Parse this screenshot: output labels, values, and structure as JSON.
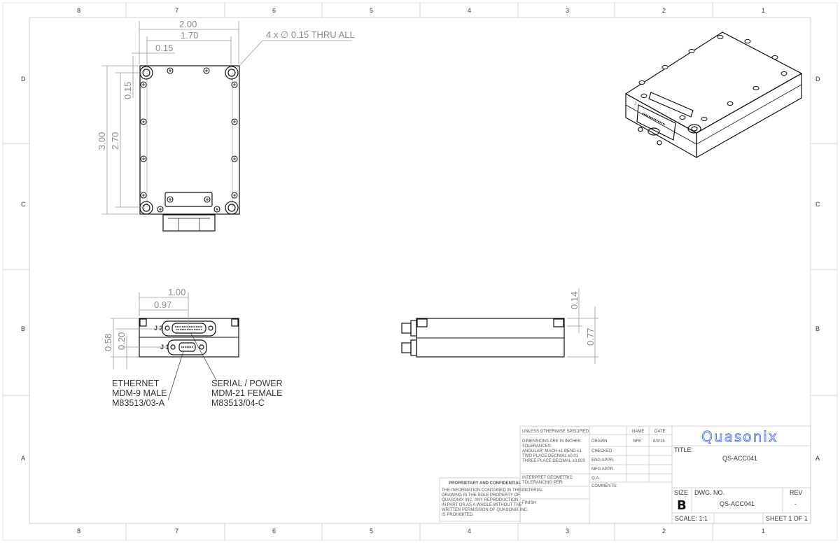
{
  "zones": {
    "columns": [
      "8",
      "7",
      "6",
      "5",
      "4",
      "3",
      "2",
      "1"
    ],
    "rows": [
      "D",
      "C",
      "B",
      "A"
    ]
  },
  "top_view": {
    "dim_width": "2.00",
    "dim_hole_span_x": "1.70",
    "dim_hole_offset_x": "0.15",
    "dim_height": "3.00",
    "dim_hole_span_y": "2.70",
    "dim_hole_offset_y": "0.15",
    "hole_note": "4 x ∅ 0.15 THRU ALL"
  },
  "front_view": {
    "dim_j2_center": "1.00",
    "dim_j1_center": "0.97",
    "dim_j2_height": "0.58",
    "dim_j1_height": "0.20",
    "j2_label": "J 2",
    "j1_label": "J 1",
    "ethernet_note": [
      "ETHERNET",
      "MDM-9 MALE",
      "M83513/03-A"
    ],
    "serial_note": [
      "SERIAL / POWER",
      "MDM-21 FEMALE",
      "M83513/04-C"
    ]
  },
  "side_view": {
    "dim_flange": "0.14",
    "dim_height": "0.77"
  },
  "iso_view": {
    "connector_label": "J"
  },
  "title_block": {
    "unless_specified": "UNLESS OTHERWISE SPECIFIED:",
    "tolerances": [
      "DIMENSIONS ARE IN INCHES",
      "TOLERANCES:",
      "ANGULAR: MACH ±1   BEND ±1",
      "TWO PLACE DECIMAL    ±0.01",
      "THREE PLACE DECIMAL  ±0.003"
    ],
    "interpret": [
      "INTERPRET GEOMETRIC",
      "TOLERANCING PER:"
    ],
    "material": "MATERIAL",
    "finish": "FINISH",
    "col_name": "NAME",
    "col_date": "DATE",
    "rows": [
      {
        "role": "DRAWN",
        "name": "NFE",
        "date": "8/3/16"
      },
      {
        "role": "CHECKED",
        "name": "",
        "date": ""
      },
      {
        "role": "ENG APPR.",
        "name": "",
        "date": ""
      },
      {
        "role": "MFG APPR.",
        "name": "",
        "date": ""
      },
      {
        "role": "Q.A.",
        "name": "",
        "date": ""
      }
    ],
    "comments": "COMMENTS:",
    "proprietary_title": "PROPRIETARY AND CONFIDENTIAL",
    "proprietary_text": [
      "THE INFORMATION CONTAINED IN THIS",
      "DRAWING IS THE SOLE PROPERTY OF",
      "QUASONIX INC.  ANY REPRODUCTION",
      "IN PART OR AS A WHOLE WITHOUT THE",
      "WRITTEN PERMISSION OF QUASONIX INC.",
      "IS PROHIBITED."
    ],
    "logo": "Quasonix",
    "logo_color": "#4a6cf0",
    "title_label": "TITLE:",
    "title": "QS-ACC041",
    "size_label": "SIZE",
    "size": "B",
    "dwg_no_label": "DWG.  NO.",
    "dwg_no": "QS-ACC041",
    "rev_label": "REV",
    "rev": "-",
    "scale": "SCALE: 1:1",
    "sheet": "SHEET 1 OF 1"
  }
}
